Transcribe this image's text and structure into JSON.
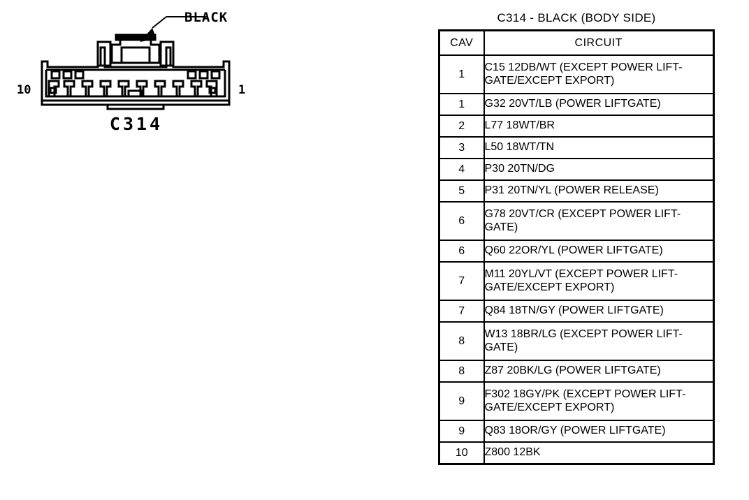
{
  "connector": {
    "color_callout": "BLACK",
    "name": "C314",
    "pin_left": "10",
    "pin_right": "1",
    "cavity_count": 10
  },
  "table": {
    "title": "C314 - BLACK (BODY SIDE)",
    "columns": [
      "CAV",
      "CIRCUIT"
    ],
    "rows": [
      {
        "cav": "1",
        "circuit": "C15  12DB/WT (EXCEPT POWER LIFT-GATE/EXCEPT EXPORT)",
        "lines": 2
      },
      {
        "cav": "1",
        "circuit": "G32  20VT/LB (POWER LIFTGATE)",
        "lines": 1
      },
      {
        "cav": "2",
        "circuit": "L77  18WT/BR",
        "lines": 1
      },
      {
        "cav": "3",
        "circuit": "L50  18WT/TN",
        "lines": 1
      },
      {
        "cav": "4",
        "circuit": "P30  20TN/DG",
        "lines": 1
      },
      {
        "cav": "5",
        "circuit": "P31  20TN/YL (POWER RELEASE)",
        "lines": 1
      },
      {
        "cav": "6",
        "circuit": "G78  20VT/CR (EXCEPT POWER LIFT-GATE)",
        "lines": 2
      },
      {
        "cav": "6",
        "circuit": "Q60  22OR/YL (POWER LIFTGATE)",
        "lines": 1
      },
      {
        "cav": "7",
        "circuit": "M11  20YL/VT (EXCEPT POWER LIFT-GATE/EXCEPT EXPORT)",
        "lines": 2
      },
      {
        "cav": "7",
        "circuit": "Q84  18TN/GY (POWER LIFTGATE)",
        "lines": 1
      },
      {
        "cav": "8",
        "circuit": "W13  18BR/LG (EXCEPT POWER LIFT-GATE)",
        "lines": 2
      },
      {
        "cav": "8",
        "circuit": "Z87  20BK/LG (POWER LIFTGATE)",
        "lines": 1
      },
      {
        "cav": "9",
        "circuit": "F302  18GY/PK (EXCEPT POWER LIFT-GATE/EXCEPT EXPORT)",
        "lines": 2
      },
      {
        "cav": "9",
        "circuit": "Q83  18OR/GY (POWER LIFTGATE)",
        "lines": 1
      },
      {
        "cav": "10",
        "circuit": "Z800  12BK",
        "lines": 1
      }
    ]
  },
  "colors": {
    "ink": "#000000",
    "paper": "#ffffff"
  }
}
